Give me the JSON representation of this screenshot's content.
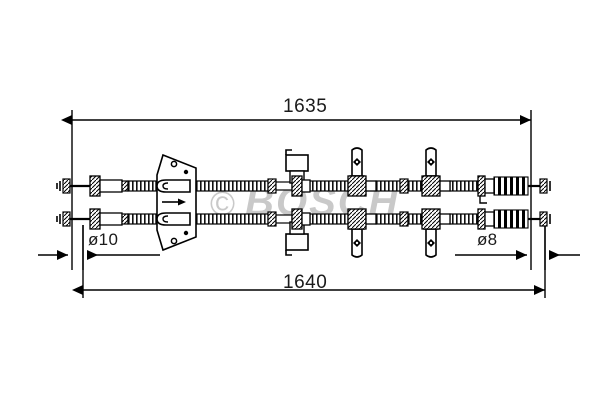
{
  "drawing": {
    "type": "technical-part-drawing",
    "subject": "dual parking brake cable assembly",
    "brand_watermark": {
      "copyright_symbol": "©",
      "brand": "BOSCH",
      "color": "#c9c9c9"
    },
    "line_color": "#000000",
    "background_color": "#ffffff"
  },
  "dimensions": {
    "overall_length_top": {
      "value": "1635",
      "unit_implied": "mm",
      "orientation": "horizontal",
      "position": "above-assembly"
    },
    "overall_length_bottom": {
      "value": "1640",
      "unit_implied": "mm",
      "orientation": "horizontal",
      "position": "below-assembly"
    },
    "diameter_left": {
      "value": "ø10",
      "symbol": "ø",
      "number": "10",
      "position": "lower-left"
    },
    "diameter_right": {
      "value": "ø8",
      "symbol": "ø",
      "number": "8",
      "position": "lower-right"
    }
  },
  "components": {
    "cable_count": 2,
    "left_terminals": "eyelet-end-fittings",
    "center_part": "mounting-bracket-plate",
    "mid_parts": "l-shaped-retainer-brackets",
    "clip_parts": "cable-mounting-clips",
    "right_terminals": "threaded-adjuster-with-spring-boot"
  }
}
